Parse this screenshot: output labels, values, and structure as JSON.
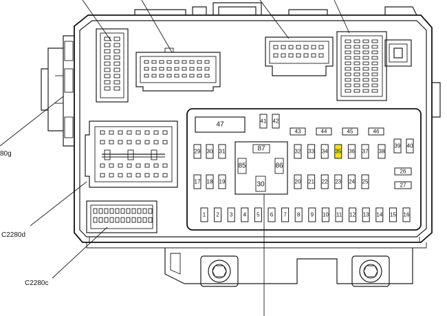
{
  "callouts": {
    "c2280g": "80g",
    "c2280d": "C2280d",
    "c2280c": "C2280c"
  },
  "relays": {
    "r47": "47",
    "r87": "87",
    "r85": "85",
    "r86": "86",
    "r30": "30"
  },
  "fuses": {
    "f1": "1",
    "f2": "2",
    "f3": "3",
    "f4": "4",
    "f5": "5",
    "f6": "6",
    "f7": "7",
    "f8": "8",
    "f9": "9",
    "f10": "10",
    "f11": "11",
    "f12": "12",
    "f13": "13",
    "f14": "14",
    "f15": "15",
    "f16": "16",
    "f17": "17",
    "f18": "18",
    "f19": "19",
    "f20": "20",
    "f21": "21",
    "f22": "22",
    "f23": "23",
    "f24": "24",
    "f25": "25",
    "f26": "26",
    "f27": "27",
    "f29": "29",
    "f30": "30",
    "f31": "31",
    "f32": "32",
    "f33": "33",
    "f34": "34",
    "f35": "35",
    "f36": "36",
    "f37": "37",
    "f38": "38",
    "f39": "39",
    "f40": "40",
    "f41": "41",
    "f42": "42",
    "f43": "43",
    "f44": "44",
    "f45": "45",
    "f46": "46"
  },
  "colors": {
    "highlight": "#f2e600",
    "line": "#1a1a1a"
  }
}
